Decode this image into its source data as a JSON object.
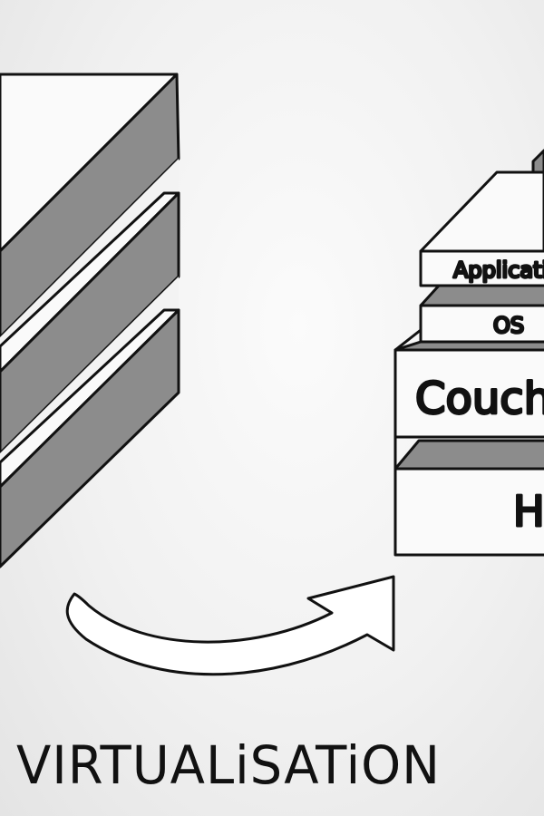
{
  "diagram": {
    "caption": "VIRTUALiSATiON",
    "stack_layers": [
      {
        "label": "Applicati"
      },
      {
        "label": "OS"
      },
      {
        "label": "Couche"
      },
      {
        "label": "H"
      }
    ]
  },
  "colors": {
    "background": "#f4f4f4",
    "ink": "#111111",
    "side_gray": "#8c8c8c",
    "face_white": "#fafafa"
  }
}
